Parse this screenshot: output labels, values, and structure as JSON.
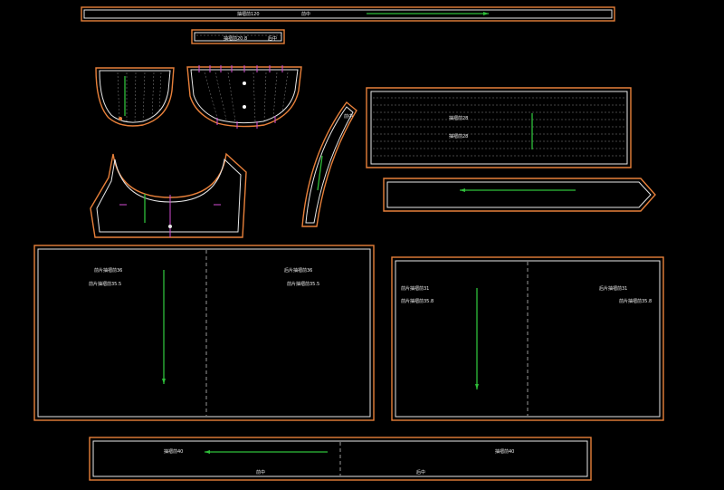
{
  "labels": {
    "top_strip_left": "抽褶前120",
    "top_strip_right": "前中",
    "small_strip_left": "抽褶前20.8",
    "small_strip_right": "后中",
    "diag_strip": "前中",
    "pleat_panel_1": "抽褶前28",
    "pleat_panel_2": "抽褶前28",
    "left_panel_tl_1": "前片抽褶前36",
    "left_panel_tl_2": "前片抽褶前35.5",
    "left_panel_tr_1": "后片抽褶前36",
    "left_panel_tr_2": "前片抽褶前35.5",
    "right_panel_tl_1": "前片抽褶前31",
    "right_panel_tl_2": "前片抽褶前35.8",
    "right_panel_tr_1": "后片抽褶前31",
    "right_panel_tr_2": "前片抽褶前35.8",
    "bottom_strip_tl": "抽褶前40",
    "bottom_strip_tr": "抽褶前40",
    "bottom_strip_bl": "前中",
    "bottom_strip_br": "后中"
  },
  "colors": {
    "background": "#000000",
    "outer_outline": "#e8803a",
    "inner_outline": "#e8e8e8",
    "grainline": "#2fbf3a",
    "notch": "#d24bd2"
  }
}
